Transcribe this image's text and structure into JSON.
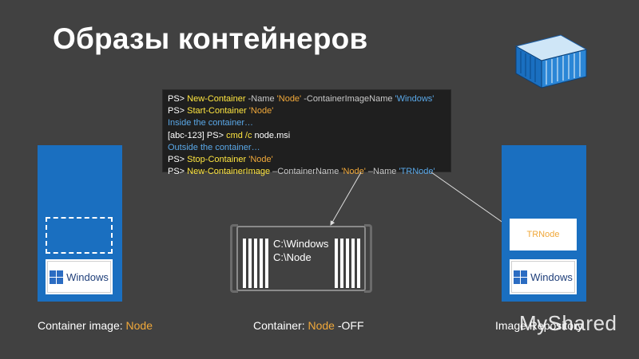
{
  "title": "Образы контейнеров",
  "console": {
    "lines": [
      [
        {
          "t": "PS> ",
          "c": "w"
        },
        {
          "t": "New-Container",
          "c": "y"
        },
        {
          "t": " -Name ",
          "c": "g"
        },
        {
          "t": "'Node'",
          "c": "o"
        },
        {
          "t": " -ContainerImageName ",
          "c": "g"
        },
        {
          "t": "'Windows'",
          "c": "b"
        }
      ],
      [
        {
          "t": "PS> ",
          "c": "w"
        },
        {
          "t": "Start-Container",
          "c": "y"
        },
        {
          "t": " 'Node'",
          "c": "o"
        }
      ],
      [
        {
          "t": "Inside the container…",
          "c": "b"
        }
      ],
      [
        {
          "t": "[abc-123] PS> ",
          "c": "w"
        },
        {
          "t": "cmd /c",
          "c": "y"
        },
        {
          "t": " node.msi",
          "c": "w"
        }
      ],
      [
        {
          "t": "Outside the container…",
          "c": "b"
        }
      ],
      [
        {
          "t": "PS> ",
          "c": "w"
        },
        {
          "t": "Stop-Container",
          "c": "y"
        },
        {
          "t": " 'Node'",
          "c": "o"
        }
      ],
      [
        {
          "t": "PS> ",
          "c": "w"
        },
        {
          "t": "New-ContainerImage",
          "c": "y"
        },
        {
          "t": " –ContainerName ",
          "c": "g"
        },
        {
          "t": "'Node'",
          "c": "o"
        },
        {
          "t": " –Name ",
          "c": "g"
        },
        {
          "t": "'TRNode'",
          "c": "b"
        }
      ]
    ]
  },
  "left_panel": {
    "windows_label": "Windows"
  },
  "right_panel": {
    "windows_label": "Windows",
    "image_label": "TRNode"
  },
  "container": {
    "path1": "C:\\Windows",
    "path2": "C:\\Node"
  },
  "captions": {
    "left_prefix": "Container image: ",
    "left_value": "Node",
    "middle_prefix": "Container: ",
    "middle_value": "Node",
    "middle_suffix": " -OFF",
    "right": "Image Repository"
  },
  "watermark": "MyShared",
  "colors": {
    "background": "#414141",
    "panel_blue": "#1a6fc0",
    "accent_orange": "#f0a83a",
    "command_yellow": "#ffe640",
    "console_blue": "#5aa8e8"
  }
}
